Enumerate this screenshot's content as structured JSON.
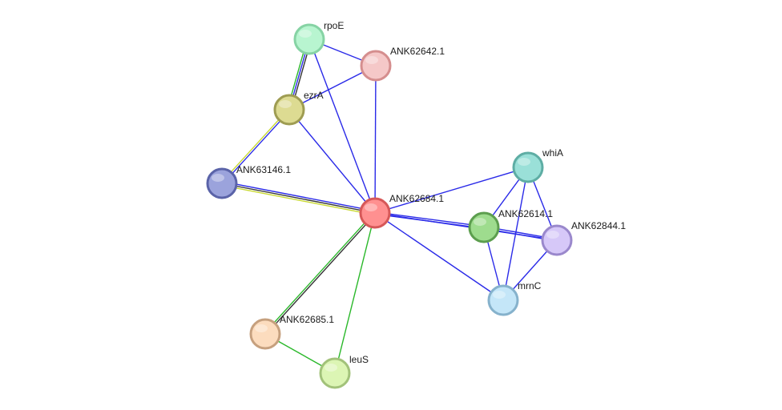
{
  "nodes": [
    {
      "id": "rpoE",
      "label": "rpoE",
      "fill": "#b8f5d0",
      "stroke": "#86d3a4"
    },
    {
      "id": "ANK62642.1",
      "label": "ANK62642.1",
      "fill": "#f5c8c8",
      "stroke": "#d58e8e"
    },
    {
      "id": "ezrA",
      "label": "ezrA",
      "fill": "#dddb92",
      "stroke": "#9e9c52"
    },
    {
      "id": "ANK63146.1",
      "label": "ANK63146.1",
      "fill": "#9ba3dc",
      "stroke": "#5a63a8"
    },
    {
      "id": "ANK62684.1",
      "label": "ANK62684.1",
      "fill": "#ff9090",
      "stroke": "#d65858"
    },
    {
      "id": "whiA",
      "label": "whiA",
      "fill": "#9ae0d8",
      "stroke": "#5eada4"
    },
    {
      "id": "ANK62614.1",
      "label": "ANK62614.1",
      "fill": "#9edc8e",
      "stroke": "#5c9e4e"
    },
    {
      "id": "ANK62844.1",
      "label": "ANK62844.1",
      "fill": "#d6c8f8",
      "stroke": "#9a88cc"
    },
    {
      "id": "mrnC",
      "label": "mrnC",
      "fill": "#c4e6f8",
      "stroke": "#86b2cc"
    },
    {
      "id": "ANK62685.1",
      "label": "ANK62685.1",
      "fill": "#fcdcbe",
      "stroke": "#c6a07e"
    },
    {
      "id": "leuS",
      "label": "leuS",
      "fill": "#dcf5b4",
      "stroke": "#a2c27a"
    }
  ],
  "edges": [
    {
      "source": "rpoE",
      "target": "ANK62642.1",
      "colors": [
        "#2a2ae8"
      ]
    },
    {
      "source": "rpoE",
      "target": "ezrA",
      "colors": [
        "#333333",
        "#2a2ae8",
        "#2ab82a"
      ]
    },
    {
      "source": "rpoE",
      "target": "ANK62684.1",
      "colors": [
        "#2a2ae8"
      ]
    },
    {
      "source": "ANK62642.1",
      "target": "ezrA",
      "colors": [
        "#2a2ae8"
      ]
    },
    {
      "source": "ANK62642.1",
      "target": "ANK62684.1",
      "colors": [
        "#2a2ae8"
      ]
    },
    {
      "source": "ezrA",
      "target": "ANK63146.1",
      "colors": [
        "#2a2ae8",
        "#c8d830"
      ]
    },
    {
      "source": "ezrA",
      "target": "ANK62684.1",
      "colors": [
        "#2a2ae8"
      ]
    },
    {
      "source": "ANK63146.1",
      "target": "ANK62684.1",
      "colors": [
        "#2a2ae8",
        "#333333",
        "#c8d830"
      ]
    },
    {
      "source": "ANK62684.1",
      "target": "whiA",
      "colors": [
        "#2a2ae8"
      ]
    },
    {
      "source": "ANK62684.1",
      "target": "ANK62614.1",
      "colors": [
        "#2a2ae8",
        "#2a2ae8"
      ]
    },
    {
      "source": "ANK62684.1",
      "target": "ANK62844.1",
      "colors": [
        "#2a2ae8"
      ]
    },
    {
      "source": "ANK62684.1",
      "target": "mrnC",
      "colors": [
        "#2a2ae8"
      ]
    },
    {
      "source": "ANK62684.1",
      "target": "ANK62685.1",
      "colors": [
        "#333333",
        "#2ab82a"
      ]
    },
    {
      "source": "ANK62684.1",
      "target": "leuS",
      "colors": [
        "#2ab82a"
      ]
    },
    {
      "source": "whiA",
      "target": "ANK62614.1",
      "colors": [
        "#2a2ae8"
      ]
    },
    {
      "source": "whiA",
      "target": "ANK62844.1",
      "colors": [
        "#2a2ae8"
      ]
    },
    {
      "source": "whiA",
      "target": "mrnC",
      "colors": [
        "#2a2ae8"
      ]
    },
    {
      "source": "ANK62614.1",
      "target": "ANK62844.1",
      "colors": [
        "#2a2ae8",
        "#2a2ae8"
      ]
    },
    {
      "source": "ANK62614.1",
      "target": "mrnC",
      "colors": [
        "#2a2ae8"
      ]
    },
    {
      "source": "ANK62844.1",
      "target": "mrnC",
      "colors": [
        "#2a2ae8"
      ]
    },
    {
      "source": "ANK62685.1",
      "target": "leuS",
      "colors": [
        "#2ab82a"
      ]
    }
  ]
}
